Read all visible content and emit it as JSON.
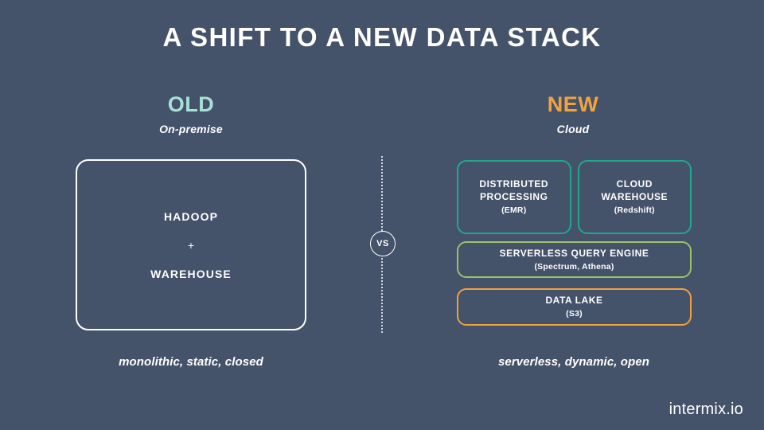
{
  "slide": {
    "title": "A SHIFT TO A NEW DATA STACK",
    "background_color": "#44526a"
  },
  "columns": {
    "old": {
      "heading": "OLD",
      "heading_color": "#a7e0d4",
      "subheading": "On-premise",
      "caption": "monolithic, static, closed",
      "box": {
        "border_color": "#ffffff",
        "lines": [
          "HADOOP",
          "+",
          "WAREHOUSE"
        ]
      }
    },
    "new": {
      "heading": "NEW",
      "heading_color": "#f2a33c",
      "subheading": "Cloud",
      "caption": "serverless, dynamic, open",
      "boxes": [
        {
          "title": "DISTRIBUTED PROCESSING",
          "title_line1": "DISTRIBUTED",
          "title_line2": "PROCESSING",
          "subtitle": "(EMR)",
          "border_color": "#20a98e"
        },
        {
          "title": "CLOUD WAREHOUSE",
          "title_line1": "CLOUD",
          "title_line2": "WAREHOUSE",
          "subtitle": "(Redshift)",
          "border_color": "#20a98e"
        },
        {
          "title": "SERVERLESS QUERY ENGINE",
          "subtitle": "(Spectrum, Athena)",
          "border_color": "#9cc169"
        },
        {
          "title": "DATA LAKE",
          "subtitle": "(S3)",
          "border_color": "#f0a13c"
        }
      ]
    }
  },
  "divider": {
    "label": "VS"
  },
  "footer": {
    "brand": "intermix.io"
  }
}
